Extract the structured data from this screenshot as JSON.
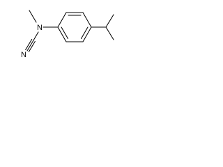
{
  "molecule": {
    "atoms": [
      {
        "id": "n_amine",
        "symbol": "N",
        "label": "N"
      },
      {
        "id": "n_nitrile",
        "symbol": "N",
        "label": "N"
      }
    ]
  },
  "colors": {
    "bond": "#000000",
    "label": "#000000",
    "background": "#ffffff"
  }
}
